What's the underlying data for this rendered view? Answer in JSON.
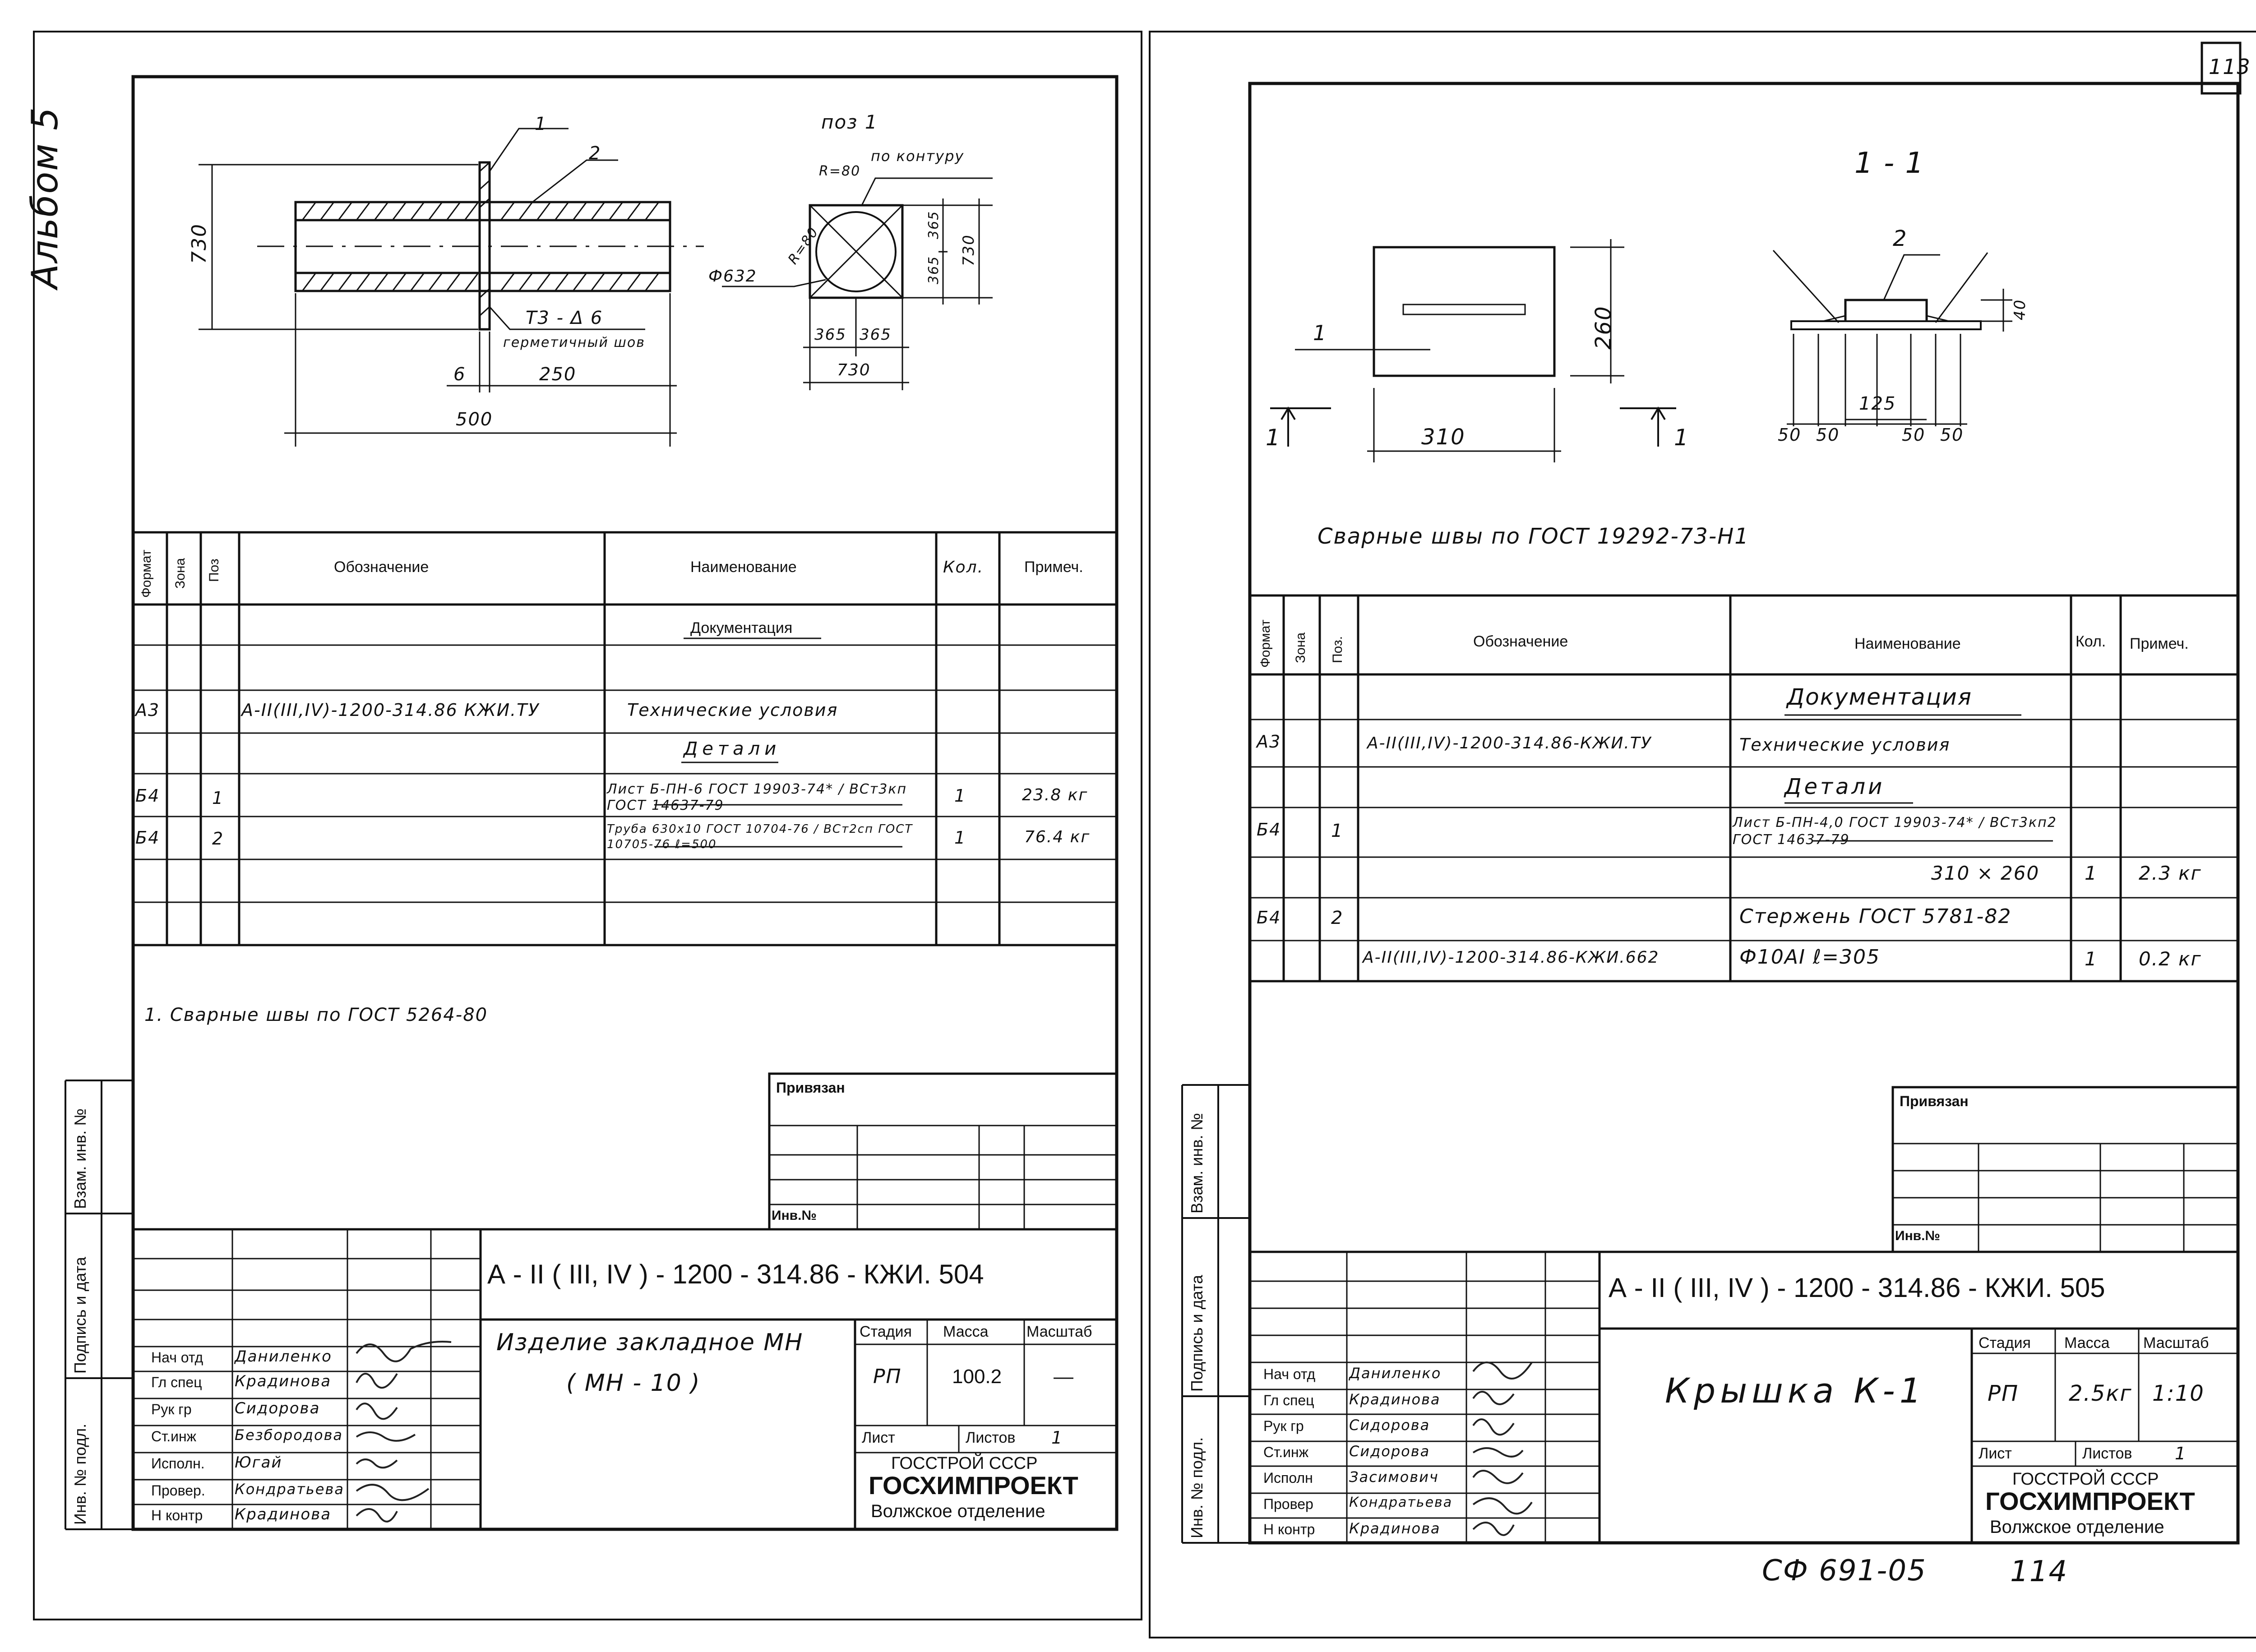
{
  "page_number": "113",
  "side_label": "Альбом 5",
  "bottom_code": "СФ 691-05",
  "bottom_page": "114",
  "left": {
    "pos_label": "поз 1",
    "contour_label": "по контуру",
    "r80_top": "R=80",
    "r80_left": "R=80",
    "callout_1": "1",
    "callout_2": "2",
    "weld_label": "Т3 - Δ 6",
    "weld_note": "герметичный шов",
    "dim_730_left": "730",
    "dim_6": "6",
    "dim_250": "250",
    "dim_500": "500",
    "dim_phi": "Ф632",
    "dim_365a": "365",
    "dim_365b": "365",
    "dim_365c": "365",
    "dim_365d": "365",
    "dim_730_right": "730",
    "dim_730_bottom": "730",
    "table": {
      "headers": [
        "Формат",
        "Зона",
        "Поз",
        "Обозначение",
        "Наименование",
        "Кол.",
        "Примеч."
      ],
      "rows": [
        [
          "",
          "",
          "",
          "",
          "Документация",
          "",
          ""
        ],
        [
          "А3",
          "",
          "",
          "А-II(III,IV)-1200-314.86 КЖИ.ТУ",
          "Технические условия",
          "",
          ""
        ],
        [
          "",
          "",
          "",
          "",
          "Детали",
          "",
          ""
        ],
        [
          "Б4",
          "",
          "1",
          "",
          "Лист Б-ПН-6 ГОСТ 19903-74* / ВСт3кп ГОСТ 14637-79",
          "1",
          "23.8 кг"
        ],
        [
          "Б4",
          "",
          "2",
          "",
          "Труба 630х10 ГОСТ 10704-76 / ВСт2сп ГОСТ 10705-76 ℓ=500",
          "1",
          "76.4 кг"
        ],
        [
          "",
          "",
          "",
          "",
          "",
          "",
          ""
        ],
        [
          "",
          "",
          "",
          "",
          "",
          "",
          ""
        ]
      ]
    },
    "note": "1. Сварные швы по ГОСТ 5264-80",
    "privyazan": "Привязан",
    "inv_no": "Инв.№",
    "doc_code": "А - II ( III, IV ) - 1200 - 314.86 - КЖИ. 504",
    "title": "Изделие закладное МН",
    "subtitle": "( МН - 10 )",
    "stage_header": "Стадия",
    "mass_header": "Масса",
    "scale_header": "Масштаб",
    "stage": "РП",
    "mass": "100.2",
    "scale": "—",
    "sheet_label": "Лист",
    "sheets_label": "Листов",
    "sheets_value": "1",
    "org1": "ГОССТРОЙ СССР",
    "org2": "ГОСХИМПРОЕКТ",
    "org3": "Волжское отделение",
    "staff": [
      {
        "role": "Нач отд",
        "name": "Даниленко"
      },
      {
        "role": "Гл спец",
        "name": "Крадинова"
      },
      {
        "role": "Рук гр",
        "name": "Сидорова"
      },
      {
        "role": "Ст.инж",
        "name": "Безбородова"
      },
      {
        "role": "Исполн.",
        "name": "Югай"
      },
      {
        "role": "Провер.",
        "name": "Кондратьева"
      },
      {
        "role": "Н контр",
        "name": "Крадинова"
      }
    ],
    "side_stamp": [
      "Инв. № подл.",
      "Подпись и дата",
      "Взам. инв. №"
    ]
  },
  "right": {
    "section_label": "1 - 1",
    "callout_1": "1",
    "callout_2": "2",
    "cut_1a": "1",
    "cut_1b": "1",
    "dim_260": "260",
    "dim_310": "310",
    "dim_40": "40",
    "dim_125": "125",
    "dim_50a": "50",
    "dim_50b": "50",
    "dim_50c": "50",
    "dim_50d": "50",
    "weld_note": "Сварные швы по ГОСТ 19292-73-Н1",
    "table": {
      "headers": [
        "Формат",
        "Зона",
        "Поз.",
        "Обозначение",
        "Наименование",
        "Кол.",
        "Примеч."
      ],
      "rows": [
        [
          "",
          "",
          "",
          "",
          "Документация",
          "",
          ""
        ],
        [
          "А3",
          "",
          "",
          "А-II(III,IV)-1200-314.86-КЖИ.ТУ",
          "Технические условия",
          "",
          ""
        ],
        [
          "",
          "",
          "",
          "",
          "Детали",
          "",
          ""
        ],
        [
          "Б4",
          "",
          "1",
          "",
          "Лист Б-ПН-4,0 ГОСТ 19903-74* / ВСт3кп2 ГОСТ 14637-79",
          "",
          ""
        ],
        [
          "",
          "",
          "",
          "",
          "310 × 260",
          "1",
          "2.3 кг"
        ],
        [
          "Б4",
          "",
          "2",
          "",
          "Стержень ГОСТ 5781-82",
          "",
          ""
        ],
        [
          "",
          "",
          "",
          "А-II(III,IV)-1200-314.86-КЖИ.662",
          "Ф10АI ℓ=305",
          "1",
          "0.2 кг"
        ]
      ]
    },
    "privyazan": "Привязан",
    "inv_no": "Инв.№",
    "doc_code": "А - II ( III, IV ) - 1200 - 314.86 - КЖИ. 505",
    "title": "Крышка К-1",
    "stage_header": "Стадия",
    "mass_header": "Масса",
    "scale_header": "Масштаб",
    "stage": "РП",
    "mass": "2.5кг",
    "scale": "1:10",
    "sheet_label": "Лист",
    "sheets_label": "Листов",
    "sheets_value": "1",
    "org1": "ГОССТРОЙ СССР",
    "org2": "ГОСХИМПРОЕКТ",
    "org3": "Волжское отделение",
    "staff": [
      {
        "role": "Нач отд",
        "name": "Даниленко"
      },
      {
        "role": "Гл спец",
        "name": "Крадинова"
      },
      {
        "role": "Рук гр",
        "name": "Сидорова"
      },
      {
        "role": "Ст.инж",
        "name": "Сидорова"
      },
      {
        "role": "Исполн",
        "name": "Засимович"
      },
      {
        "role": "Провер",
        "name": "Кондратьева"
      },
      {
        "role": "Н контр",
        "name": "Крадинова"
      }
    ],
    "side_stamp": [
      "Инв. № подл.",
      "Подпись и дата",
      "Взам. инв. №"
    ]
  }
}
